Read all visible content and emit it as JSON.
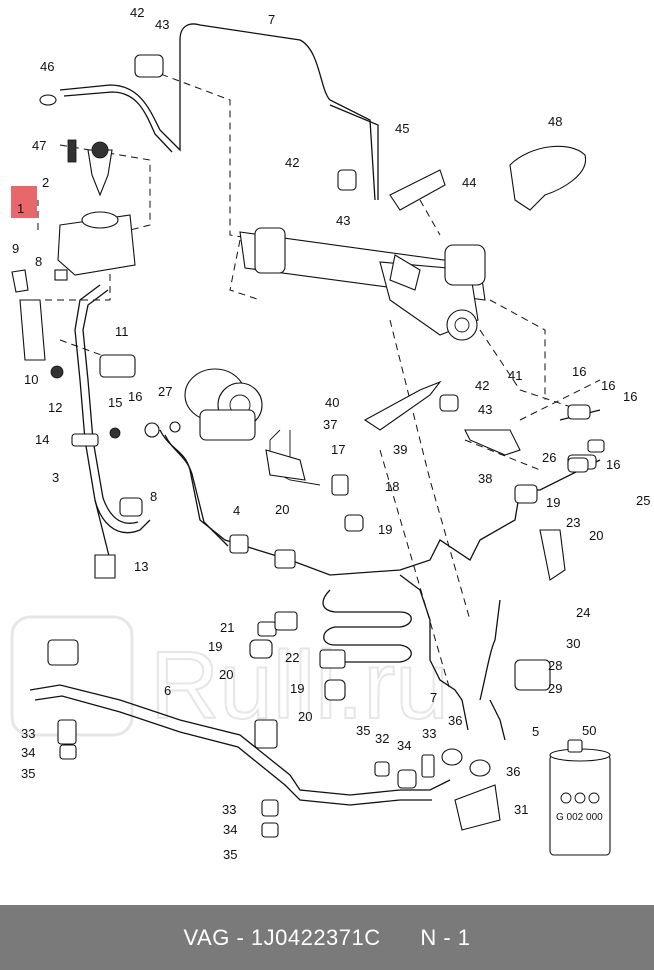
{
  "watermark": {
    "text": "Rulli.ru"
  },
  "highlight": {
    "label": "1",
    "color": "#e8676b"
  },
  "callouts": [
    "42",
    "43",
    "7",
    "46",
    "45",
    "48",
    "47",
    "42",
    "44",
    "2",
    "43",
    "1",
    "9",
    "8",
    "11",
    "10",
    "40",
    "42",
    "41",
    "16",
    "16",
    "27",
    "16",
    "12",
    "15",
    "16",
    "37",
    "43",
    "14",
    "39",
    "38",
    "26",
    "3",
    "17",
    "18",
    "16",
    "8",
    "25",
    "19",
    "20",
    "4",
    "19",
    "20",
    "13",
    "23",
    "24",
    "21",
    "30",
    "19",
    "22",
    "28",
    "20",
    "7",
    "29",
    "19",
    "6",
    "20",
    "35",
    "36",
    "5",
    "50",
    "33",
    "34",
    "32",
    "34",
    "33",
    "36",
    "35",
    "33",
    "31",
    "34",
    "35"
  ],
  "footer": {
    "part_number": "VAG - 1J0422371C      N - 1"
  },
  "can_label": "G 002 000",
  "colors": {
    "highlight": "#e8676b",
    "footer_bg": "#7a7a7a",
    "footer_text": "#ffffff",
    "watermark": "#e6e6e6"
  }
}
